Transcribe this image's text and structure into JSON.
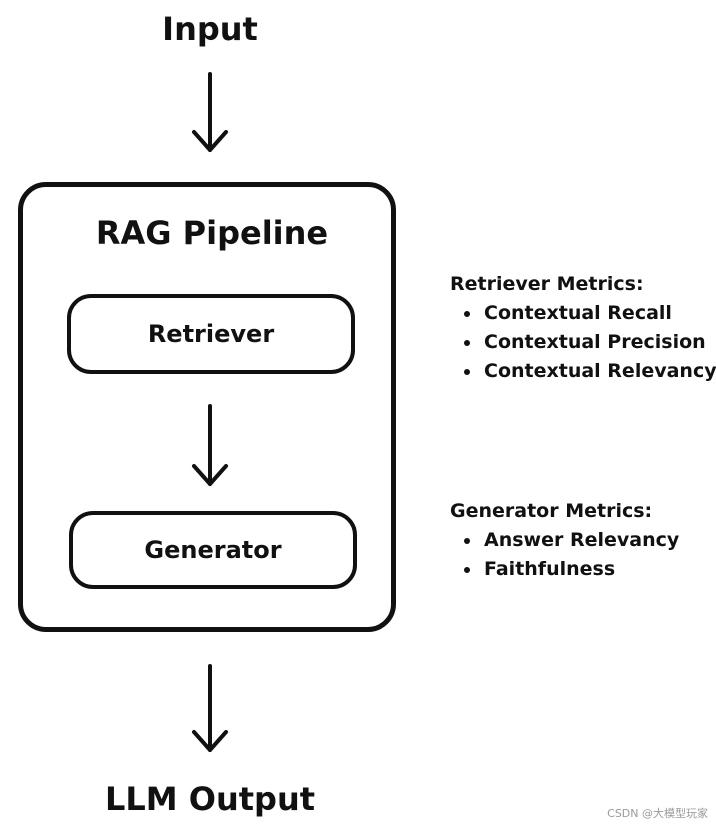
{
  "input_label": "Input",
  "pipeline_title": "RAG Pipeline",
  "retriever_label": "Retriever",
  "generator_label": "Generator",
  "output_label": "LLM Output",
  "retriever_metrics": {
    "heading": "Retriever Metrics:",
    "items": [
      "Contextual Recall",
      "Contextual Precision",
      "Contextual Relevancy"
    ]
  },
  "generator_metrics": {
    "heading": "Generator Metrics:",
    "items": [
      "Answer Relevancy",
      "Faithfulness"
    ]
  },
  "watermark": "CSDN @大模型玩家"
}
